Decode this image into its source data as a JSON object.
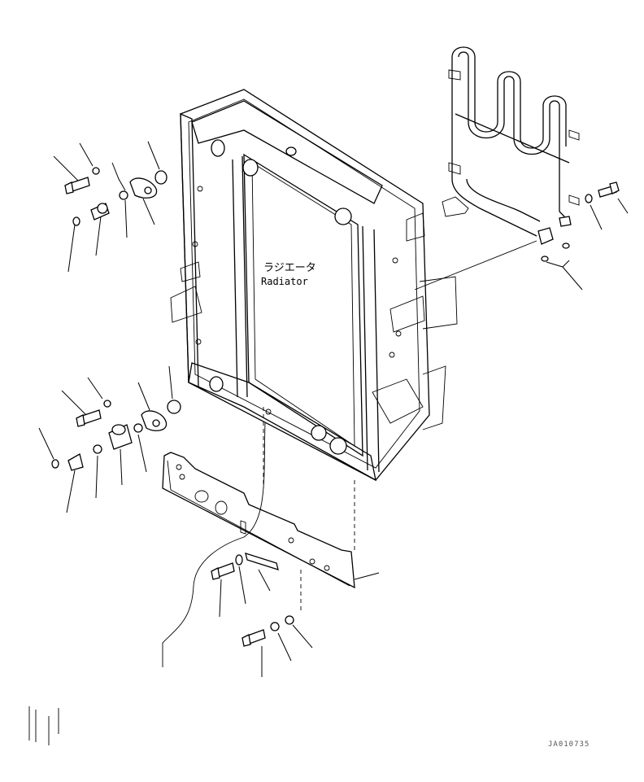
{
  "diagram": {
    "component_label_jp": "ラジエータ",
    "component_label_en": "Radiator",
    "reference_code": "JA010735"
  },
  "colors": {
    "line": "#000000",
    "background": "#ffffff",
    "reference": "#555555"
  },
  "icons": [
    "radiator-core",
    "heater-coil",
    "bolt",
    "washer",
    "o-ring",
    "flange",
    "elbow-fitting",
    "plug",
    "guard-plate",
    "bracket"
  ]
}
